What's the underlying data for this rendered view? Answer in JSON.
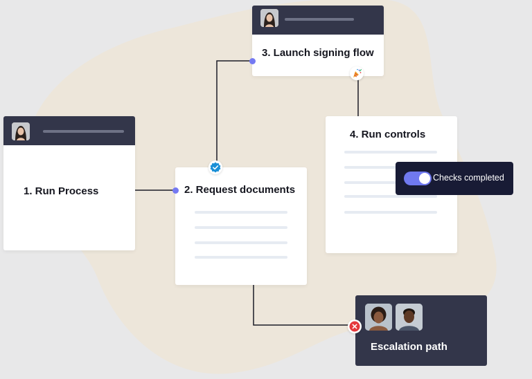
{
  "steps": [
    {
      "title": "1. Run Process"
    },
    {
      "title": "2. Request documents"
    },
    {
      "title": "3. Launch signing flow"
    },
    {
      "title": "4. Run controls"
    }
  ],
  "toast": {
    "label": "Checks completed",
    "toggle_on": true
  },
  "escalation": {
    "title": "Escalation path"
  },
  "icons": {
    "verified": "verified-check-icon",
    "celebration": "party-popper-icon",
    "error": "error-x-icon"
  },
  "colors": {
    "background": "#e8e8e9",
    "blob": "#ede6da",
    "card_header": "#33364a",
    "accent": "#7479f2",
    "verified": "#1a8fd6",
    "error": "#e5383b",
    "toast_bg": "#181b35"
  }
}
